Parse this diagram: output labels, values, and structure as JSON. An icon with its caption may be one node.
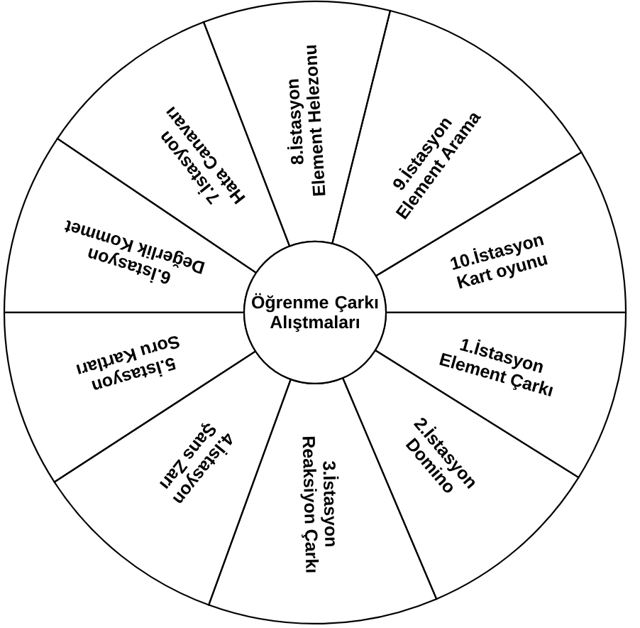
{
  "diagram": {
    "nodes": [
      {
        "text": [
          "Öğrenme Çarkı Alıştmaları"
        ]
      },
      {
        "text": [
          "1.İstasyon",
          "Element Çarkı"
        ]
      },
      {
        "text": [
          "2.İstasyon",
          "Domino"
        ]
      },
      {
        "text": [
          "3.İstasyon",
          "Reaksiyon Çarkı"
        ]
      },
      {
        "text": [
          "4.İstasyon",
          "Şans Zarı"
        ]
      },
      {
        "text": [
          "5.İstasyon",
          "Soru Kartları"
        ]
      },
      {
        "text": [
          "6.İstasyon",
          "Değerlik Kommet"
        ]
      },
      {
        "text": [
          "7.İstasyon",
          "Hata Canavarı"
        ]
      },
      {
        "text": [
          "8.İstasyon",
          "Element Helezonu"
        ]
      },
      {
        "text": [
          "9.İstasyon",
          "Element Arama"
        ]
      },
      {
        "text": [
          "10.İstasyon",
          "Kart oyunu"
        ]
      }
    ]
  }
}
